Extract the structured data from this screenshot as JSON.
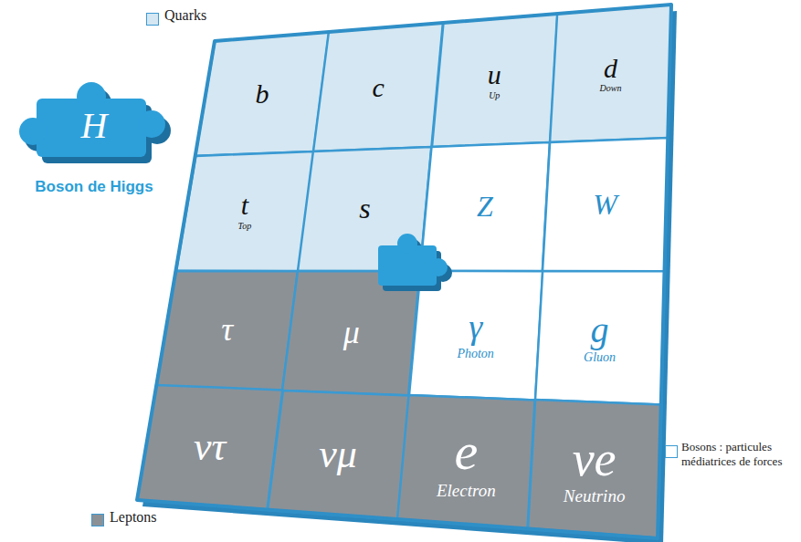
{
  "diagram": {
    "nodes": [
      {
        "text": [
          "b"
        ]
      },
      {
        "text": [
          "c"
        ]
      },
      {
        "text": [
          "u",
          "Up"
        ]
      },
      {
        "text": [
          "d",
          "Down"
        ]
      },
      {
        "text": [
          "t",
          "Top"
        ]
      },
      {
        "text": [
          "s"
        ]
      },
      {
        "text": [
          "Z"
        ]
      },
      {
        "text": [
          "W"
        ]
      },
      {
        "text": [
          "τ"
        ]
      },
      {
        "text": [
          "μ"
        ]
      },
      {
        "text": [
          "γ",
          "Photon"
        ]
      },
      {
        "text": [
          "g",
          "Gluon"
        ]
      },
      {
        "text": [
          "ντ"
        ]
      },
      {
        "text": [
          "νμ"
        ]
      },
      {
        "text": [
          "e",
          "Electron"
        ]
      },
      {
        "text": [
          "νe",
          "Neutrino"
        ]
      },
      {
        "text": [
          "H",
          "Boson de Higgs"
        ]
      }
    ],
    "legend": [
      {
        "text": "Quarks",
        "color": "#d5e7f2"
      },
      {
        "text": "Bosons : particules médiatrices de forces",
        "color": "#ffffff"
      },
      {
        "text": "Leptons",
        "color": "#8c9196"
      }
    ]
  }
}
